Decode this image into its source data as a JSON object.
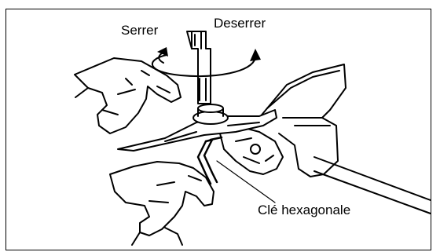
{
  "labels": {
    "tighten": "Serrer",
    "loosen": "Deserrer",
    "hex_key": "Clé hexagonale"
  },
  "colors": {
    "ink": "#000000",
    "paper": "#ffffff"
  }
}
